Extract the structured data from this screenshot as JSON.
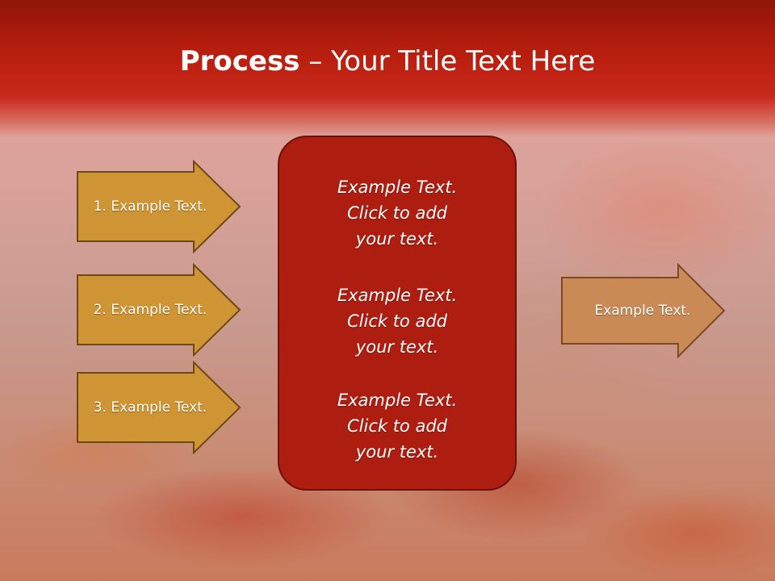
{
  "slide": {
    "title_bold": "Process",
    "title_rest": " – Your Title Text Here",
    "left_arrows": [
      {
        "label": "1. Example Text."
      },
      {
        "label": "2. Example Text."
      },
      {
        "label": "3. Example Text."
      }
    ],
    "center_blocks": [
      {
        "line1": "Example Text.",
        "line2": "Click  to add",
        "line3": "your text."
      },
      {
        "line1": "Example Text.",
        "line2": "Click  to add",
        "line3": "your text."
      },
      {
        "line1": "Example Text.",
        "line2": "Click  to add",
        "line3": "your text."
      }
    ],
    "right_arrow": {
      "label": "Example Text."
    }
  },
  "colors": {
    "header_red": "#b51d0d",
    "box_red": "#ad1d10",
    "left_arrow_fill": "#cf9433",
    "right_arrow_fill": "#c98a56"
  }
}
